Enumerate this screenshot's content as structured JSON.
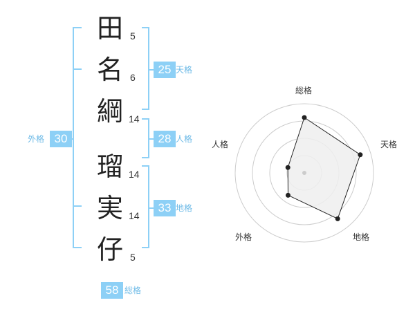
{
  "name": {
    "characters": [
      {
        "char": "田",
        "strokes": "5"
      },
      {
        "char": "名",
        "strokes": "6"
      },
      {
        "char": "綱",
        "strokes": "14"
      },
      {
        "char": "瑠",
        "strokes": "14"
      },
      {
        "char": "実",
        "strokes": "14"
      },
      {
        "char": "仔",
        "strokes": "5"
      }
    ]
  },
  "fortune": {
    "tenkaku": {
      "value": "25",
      "label": "天格"
    },
    "jinkaku": {
      "value": "28",
      "label": "人格"
    },
    "chikaku": {
      "value": "33",
      "label": "地格"
    },
    "gaikaku": {
      "value": "30",
      "label": "外格"
    },
    "soukaku": {
      "value": "58",
      "label": "総格"
    }
  },
  "colors": {
    "accent": "#8dd0f6",
    "accent_text": "#6fbbe7",
    "bracket": "#8dd0f6",
    "radar_fill": "#efefef",
    "radar_ring": "#cccccc"
  },
  "chart_data": {
    "type": "radar",
    "axes": [
      "総格",
      "天格",
      "地格",
      "外格",
      "人格"
    ],
    "values": [
      0.8,
      0.85,
      0.82,
      0.4,
      0.25
    ],
    "max": 1,
    "rings": 4
  }
}
